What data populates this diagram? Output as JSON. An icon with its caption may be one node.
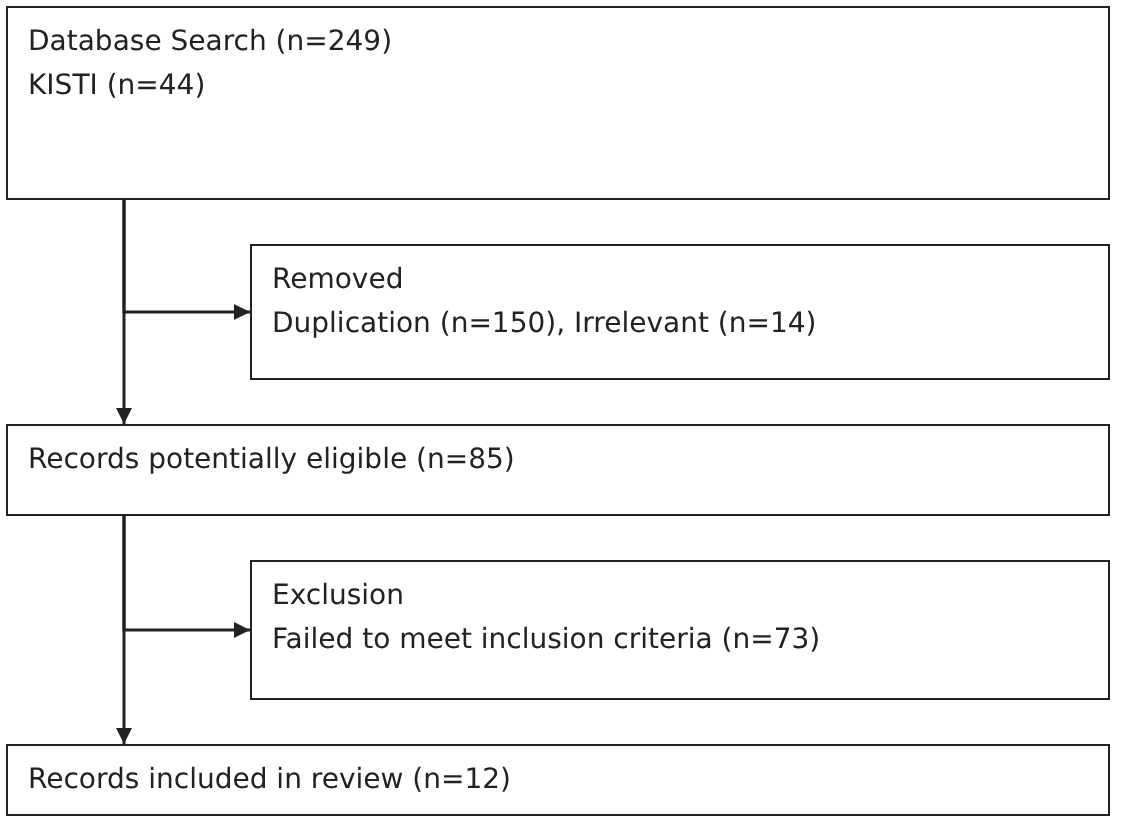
{
  "diagram": {
    "nodes": [
      {
        "text": [
          "Database Search (n=249)",
          "KISTI (n=44)"
        ]
      },
      {
        "text": [
          "Removed",
          "Duplication (n=150), Irrelevant (n=14)"
        ]
      },
      {
        "text": [
          "Records potentially eligible (n=85)"
        ]
      },
      {
        "text": [
          "Exclusion",
          "Failed to meet inclusion criteria (n=73)"
        ]
      },
      {
        "text": [
          "Records included in review (n=12)"
        ]
      }
    ],
    "edges": [
      {
        "from": 0,
        "to": 1,
        "arrow": "to"
      },
      {
        "from": 0,
        "to": 2,
        "arrow": "to"
      },
      {
        "from": 2,
        "to": 3,
        "arrow": "to"
      },
      {
        "from": 2,
        "to": 4,
        "arrow": "to"
      }
    ]
  }
}
